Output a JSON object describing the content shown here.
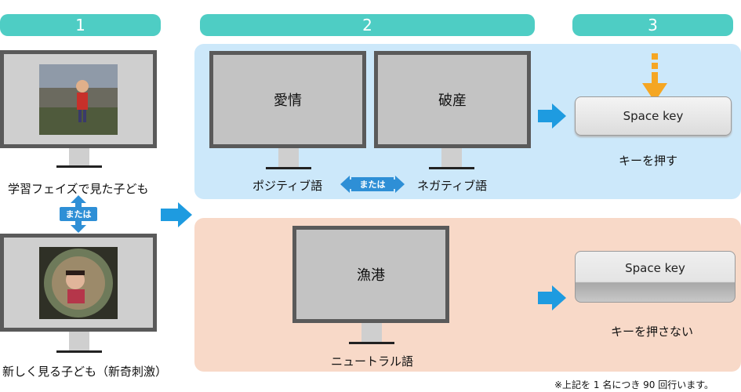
{
  "steps": {
    "step1": "1",
    "step2": "2",
    "step3": "3"
  },
  "left": {
    "familiar_caption": "学習フェイズで見た子ども",
    "or_label": "または",
    "novel_caption": "新しく見る子ども（新奇刺激）"
  },
  "middle": {
    "positive_word": "愛情",
    "negative_word": "破産",
    "positive_caption": "ポジティブ語",
    "negative_caption": "ネガティブ語",
    "or_label": "または",
    "neutral_word": "漁港",
    "neutral_caption": "ニュートラル語"
  },
  "right": {
    "key_label_top": "Space key",
    "press_caption": "キーを押す",
    "key_label_bottom": "Space key",
    "nopress_caption": "キーを押さない"
  },
  "footnote": "※上記を 1 名につき 90 回行います。",
  "colors": {
    "step_pill": "#4ecdc4",
    "blue_panel": "#cce8fa",
    "peach_panel": "#f8d9c8",
    "arrow_blue": "#1e9be0",
    "arrow_orange": "#f5a623"
  },
  "icons": {
    "photo1": "child-photo-placeholder",
    "photo2": "child-photo-placeholder"
  }
}
